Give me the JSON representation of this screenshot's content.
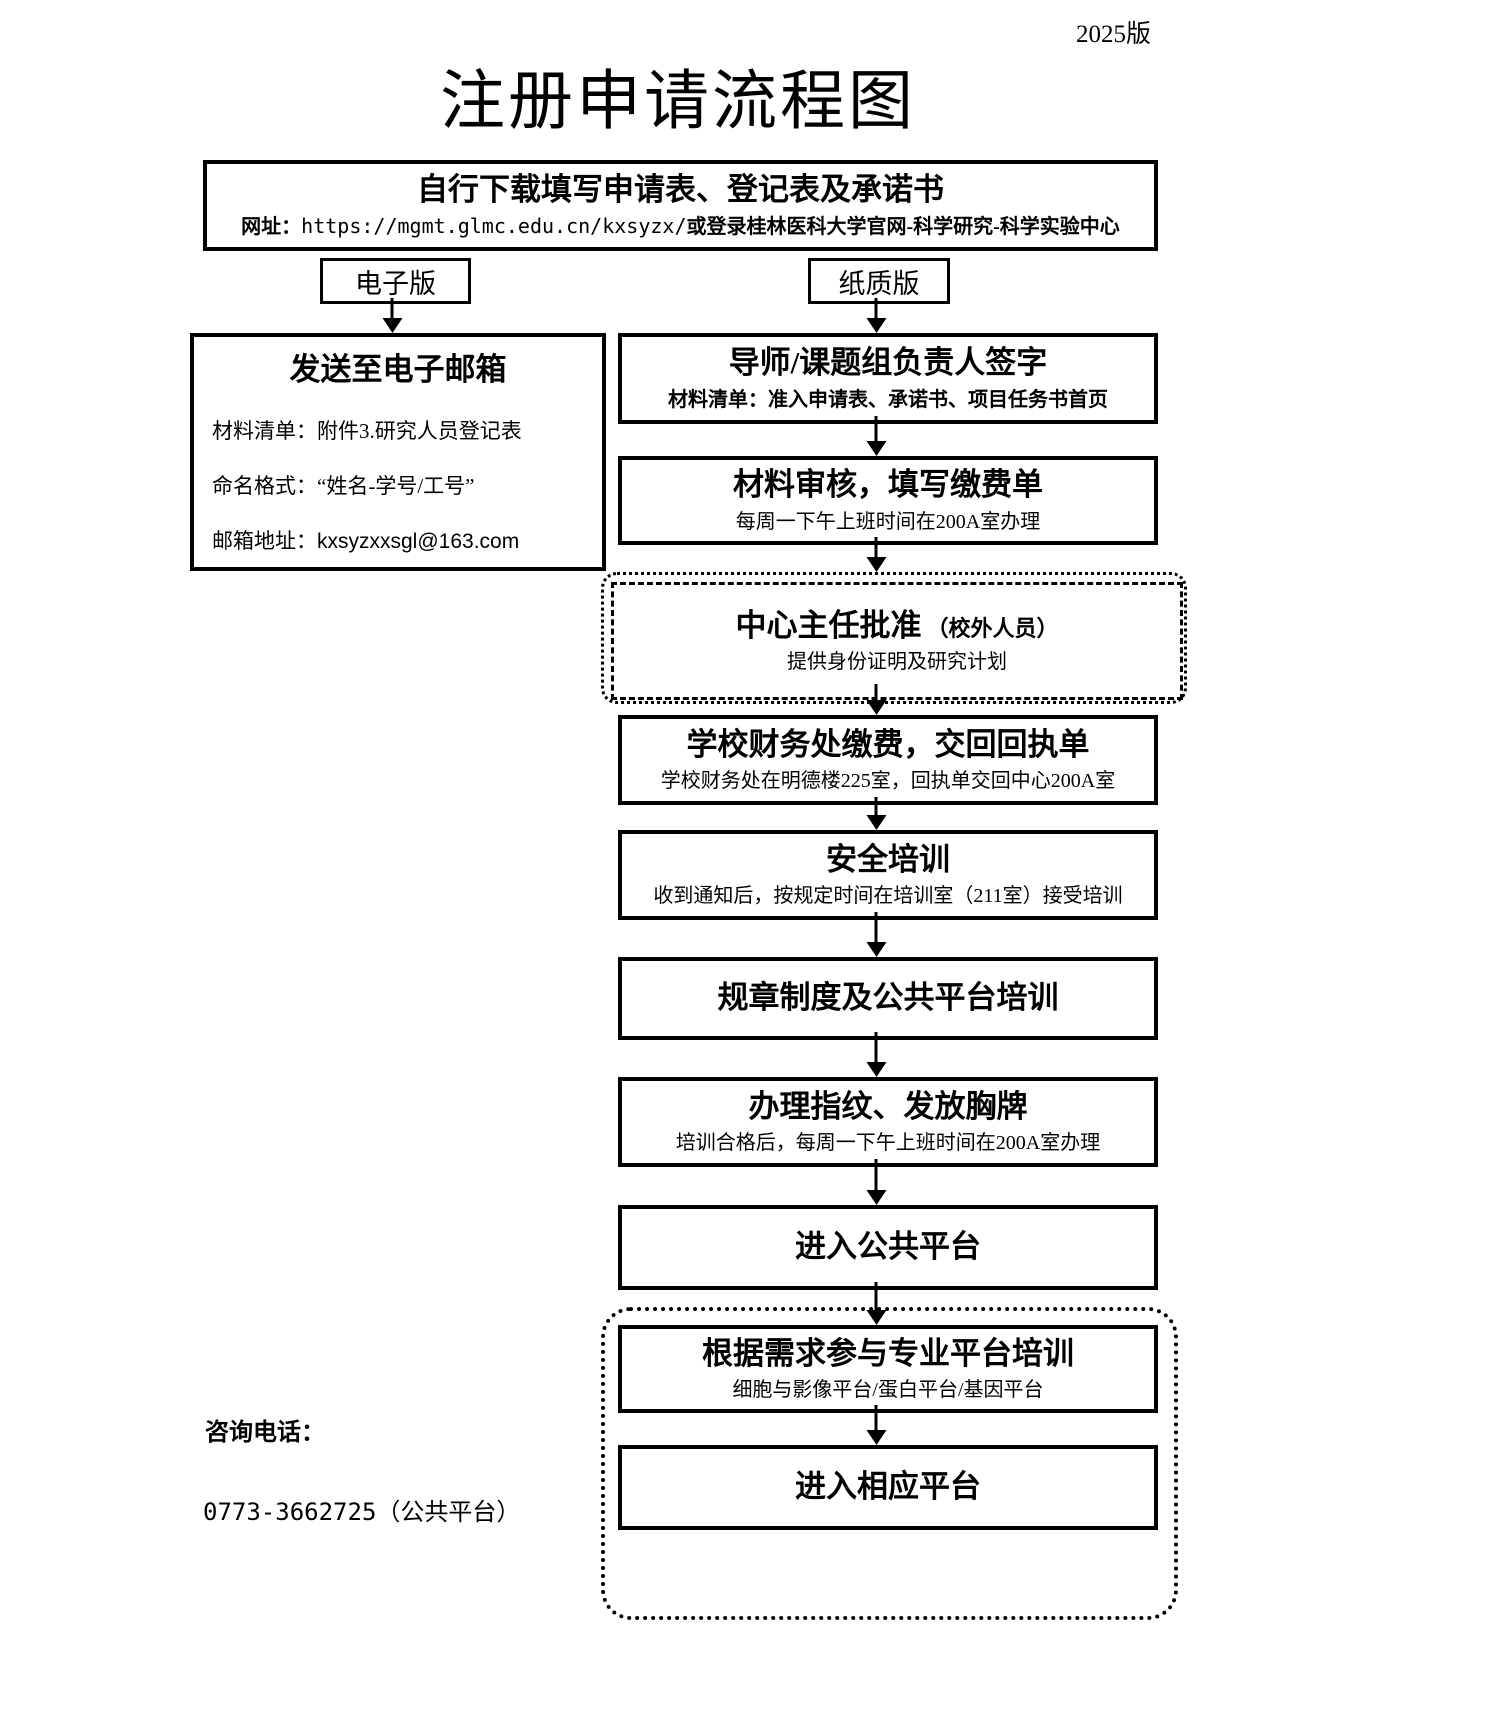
{
  "meta": {
    "version_label": "2025版"
  },
  "title": "注册申请流程图",
  "colors": {
    "ink": "#000000",
    "paper": "#ffffff"
  },
  "download": {
    "title": "自行下载填写申请表、登记表及承诺书",
    "url_label": "网址：",
    "url": "https://mgmt.glmc.edu.cn/kxsyzx/",
    "url_suffix": "或登录桂林医科大学官网-科学研究-科学实验中心"
  },
  "branches": {
    "electronic": "电子版",
    "paper": "纸质版"
  },
  "email": {
    "title": "发送至电子邮箱",
    "materials": "材料清单：附件3.研究人员登记表",
    "naming": "命名格式：“姓名-学号/工号”",
    "address_label": "邮箱地址：",
    "address": "kxsyzxxsgl@163.com"
  },
  "steps": {
    "sign": {
      "title": "导师/课题组负责人签字",
      "subtitle": "材料清单：准入申请表、承诺书、项目任务书首页"
    },
    "review": {
      "title": "材料审核，填写缴费单",
      "subtitle": "每周一下午上班时间在200A室办理"
    },
    "approval": {
      "title": "中心主任批准",
      "qualifier": "（校外人员）",
      "subtitle": "提供身份证明及研究计划"
    },
    "payment": {
      "title": "学校财务处缴费，交回回执单",
      "subtitle": "学校财务处在明德楼225室，回执单交回中心200A室"
    },
    "safety": {
      "title": "安全培训",
      "subtitle": "收到通知后，按规定时间在培训室（211室）接受培训"
    },
    "rules": {
      "title": "规章制度及公共平台培训"
    },
    "fingerprint": {
      "title": "办理指纹、发放胸牌",
      "subtitle": "培训合格后，每周一下午上班时间在200A室办理"
    },
    "enter_public": {
      "title": "进入公共平台"
    },
    "pro_training": {
      "title": "根据需求参与专业平台培训",
      "subtitle": "细胞与影像平台/蛋白平台/基因平台"
    },
    "enter_platform": {
      "title": "进入相应平台"
    }
  },
  "contact": {
    "label": "咨询电话：",
    "phone": "0773-3662725",
    "phone_note": "（公共平台）"
  }
}
